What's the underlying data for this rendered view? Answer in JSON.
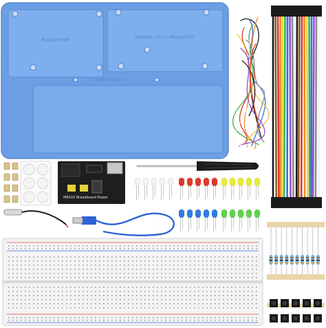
{
  "holder": {
    "label_left": "RaspberryPi",
    "label_right": "Arduino Uno / Mega2560",
    "label_bottom": "RAB Holder",
    "color": "#6fa2e6"
  },
  "power_module": {
    "label": "MB102 Breadboard Power"
  },
  "colors": {
    "led_red": "#e23a2a",
    "led_yellow": "#e9ec3c",
    "led_green": "#5ed24a",
    "led_blue": "#2f7de0",
    "led_white": "#f2f2f2",
    "breadboard": "#f3f3f3",
    "usb_cable": "#2e63d6"
  }
}
